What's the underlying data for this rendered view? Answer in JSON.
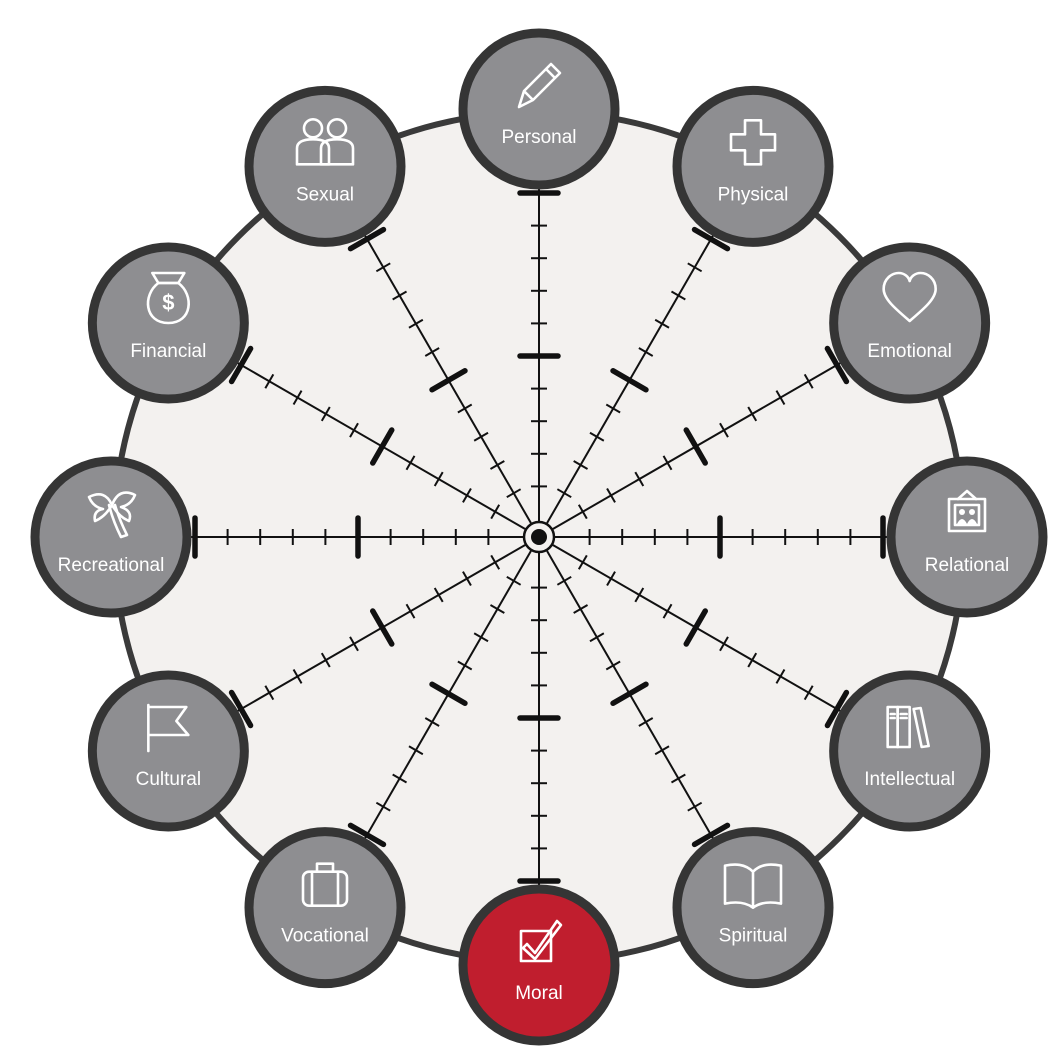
{
  "colors": {
    "background": "#f3f1ef",
    "border": "#3a3a3a",
    "node_fill": "#8e8e91",
    "node_stroke": "#353535",
    "highlight_fill": "#c01e2e",
    "axis": "#111111",
    "label": "#ffffff"
  },
  "scale": {
    "ticks_per_spoke": 10,
    "major_every": 5
  },
  "nodes": [
    {
      "label": "Personal",
      "icon": "pencil-icon",
      "highlighted": false
    },
    {
      "label": "Physical",
      "icon": "cross-icon",
      "highlighted": false
    },
    {
      "label": "Emotional",
      "icon": "heart-icon",
      "highlighted": false
    },
    {
      "label": "Relational",
      "icon": "family-portrait-icon",
      "highlighted": false
    },
    {
      "label": "Intellectual",
      "icon": "books-icon",
      "highlighted": false
    },
    {
      "label": "Spiritual",
      "icon": "open-book-icon",
      "highlighted": false
    },
    {
      "label": "Moral",
      "icon": "checkbox-icon",
      "highlighted": true
    },
    {
      "label": "Vocational",
      "icon": "briefcase-icon",
      "highlighted": false
    },
    {
      "label": "Cultural",
      "icon": "flag-icon",
      "highlighted": false
    },
    {
      "label": "Recreational",
      "icon": "palm-tree-icon",
      "highlighted": false
    },
    {
      "label": "Financial",
      "icon": "money-bag-icon",
      "highlighted": false
    },
    {
      "label": "Sexual",
      "icon": "couple-icon",
      "highlighted": false
    }
  ]
}
